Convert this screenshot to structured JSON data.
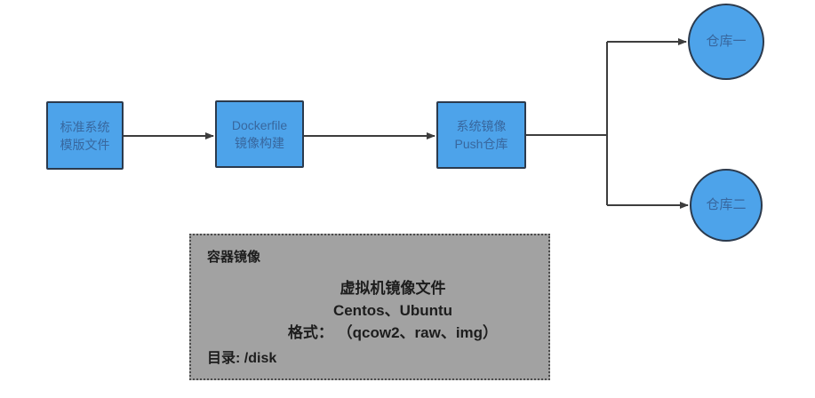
{
  "diagram": {
    "nodes": {
      "template_file": {
        "lines": [
          "标准系统",
          "模版文件"
        ]
      },
      "dockerfile_build": {
        "lines": [
          "Dockerfile",
          "镜像构建"
        ]
      },
      "push_registry": {
        "lines": [
          "系统镜像",
          "Push仓库"
        ]
      },
      "repo_one": {
        "label": "仓库一"
      },
      "repo_two": {
        "label": "仓库二"
      }
    },
    "note": {
      "title": "容器镜像",
      "center_lines": [
        "虚拟机镜像文件",
        "Centos、Ubuntu",
        "格式： （qcow2、raw、img）"
      ],
      "footer": "目录: /disk"
    },
    "colors": {
      "node_fill": "#4da3ea",
      "node_border": "#2b3a4d",
      "node_text": "#38679e",
      "connector": "#3d3d3d",
      "note_fill": "#a2a2a2",
      "note_border": "#4c4c4c",
      "note_text": "#1d1d1d"
    }
  }
}
